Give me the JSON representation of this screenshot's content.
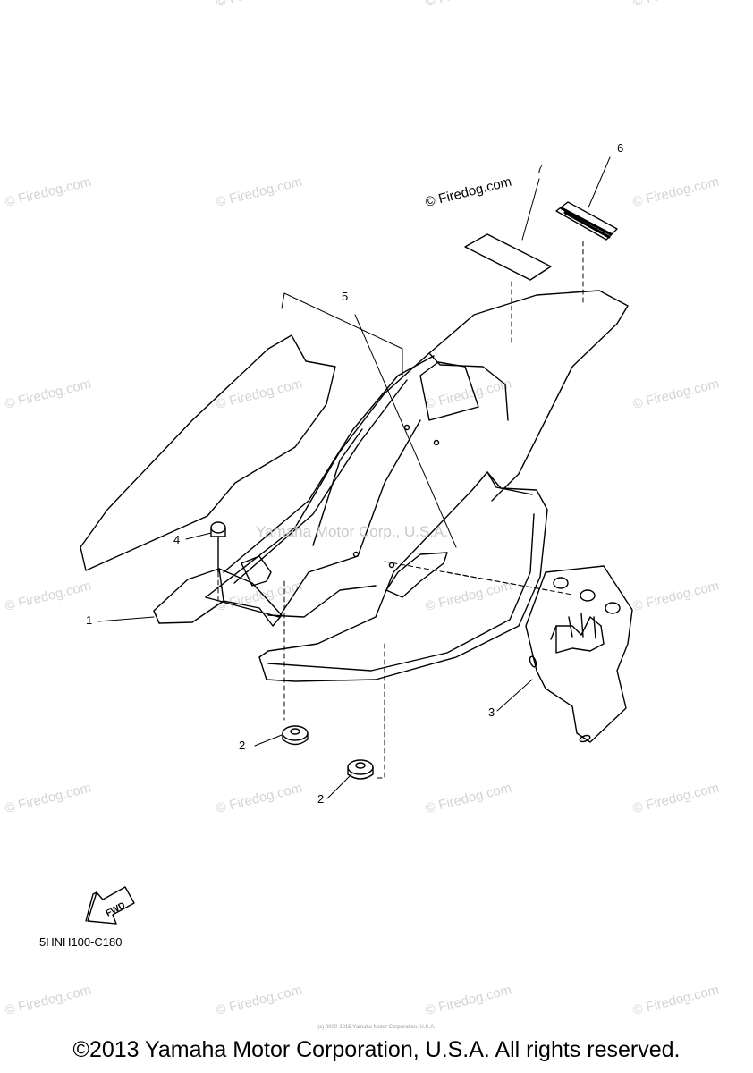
{
  "watermark": {
    "text": "© Firedog.com"
  },
  "center_watermark": "Yamaha Motor Corp., U.S.A.",
  "callouts": {
    "c1": "1",
    "c2a": "2",
    "c2b": "2",
    "c3": "3",
    "c4": "4",
    "c5": "5",
    "c6": "6",
    "c7": "7"
  },
  "fwd_label": "FWD",
  "part_code": "5HNH100-C180",
  "copyright_small": "(c) 2000-2015 Yamaha Motor Corporation, U.S.A.",
  "copyright": "©2013 Yamaha Motor Corporation, U.S.A. All rights reserved."
}
